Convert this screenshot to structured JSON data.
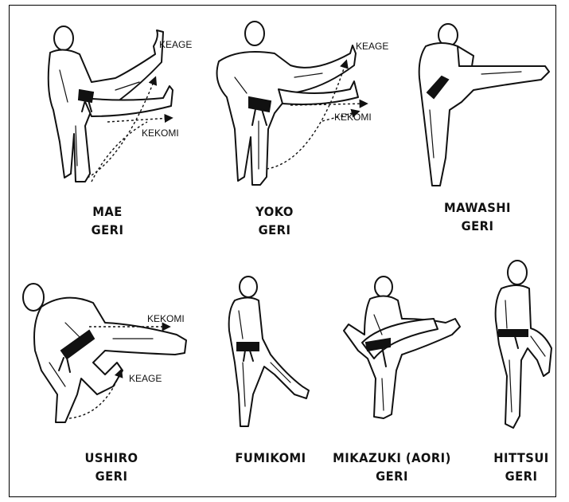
{
  "kicks": [
    {
      "line1": "MAE",
      "line2": "GERI"
    },
    {
      "line1": "YOKO",
      "line2": "GERI"
    },
    {
      "line1": "MAWASHI",
      "line2": "GERI"
    },
    {
      "line1": "USHIRO",
      "line2": "GERI"
    },
    {
      "line1": "FUMIKOMI",
      "line2": ""
    },
    {
      "line1": "MIKAZUKI (AORI)",
      "line2": "GERI"
    },
    {
      "line1": "HITTSUI",
      "line2": "GERI"
    }
  ],
  "annotations": {
    "mae_keage": "KEAGE",
    "mae_kekomi": "KEKOMI",
    "yoko_keage": "KEAGE",
    "yoko_kekomi": "KEKOMI",
    "ushiro_kekomi": "KEKOMI",
    "ushiro_keage": "KEAGE"
  }
}
